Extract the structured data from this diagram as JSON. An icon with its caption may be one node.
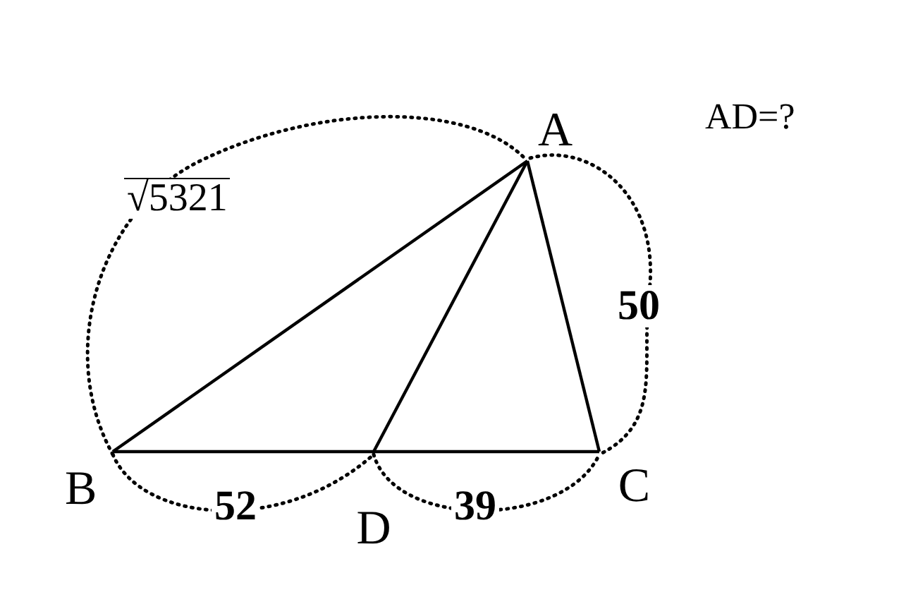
{
  "diagram": {
    "nodes": [
      {
        "text": [
          "A"
        ]
      },
      {
        "text": [
          "B"
        ]
      },
      {
        "text": [
          "C"
        ]
      },
      {
        "text": [
          "D"
        ]
      }
    ],
    "edges": [
      {
        "from": 1,
        "to": 0,
        "arrow": "none"
      },
      {
        "from": 0,
        "to": 2,
        "arrow": "none"
      },
      {
        "from": 1,
        "to": 3,
        "arrow": "none"
      },
      {
        "from": 3,
        "to": 2,
        "arrow": "none"
      },
      {
        "from": 0,
        "to": 3,
        "arrow": "none"
      }
    ],
    "labels": [
      "√5321",
      "50",
      "52",
      "39",
      "AD=?"
    ]
  }
}
